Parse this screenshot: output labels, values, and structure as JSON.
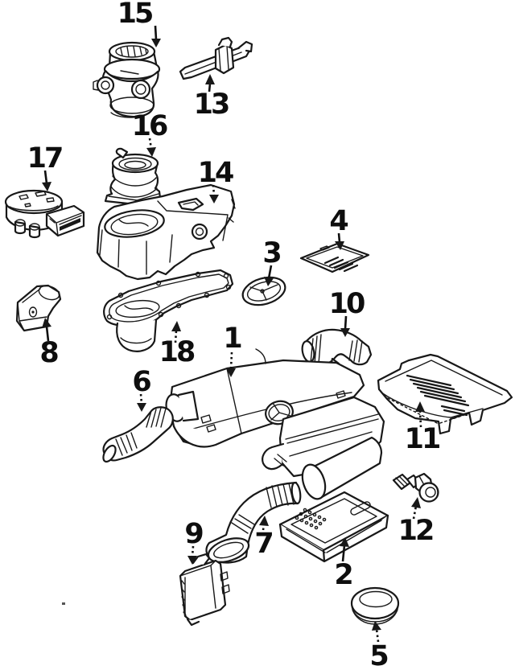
{
  "diagram": {
    "background_color": "#ffffff",
    "line_color": "#181818",
    "callouts": [
      {
        "label": "1"
      },
      {
        "label": "2"
      },
      {
        "label": "3"
      },
      {
        "label": "4"
      },
      {
        "label": "5"
      },
      {
        "label": "6"
      },
      {
        "label": "7"
      },
      {
        "label": "8"
      },
      {
        "label": "9"
      },
      {
        "label": "10"
      },
      {
        "label": "11"
      },
      {
        "label": "12"
      },
      {
        "label": "13"
      },
      {
        "label": "14"
      },
      {
        "label": "15"
      },
      {
        "label": "16"
      },
      {
        "label": "17"
      },
      {
        "label": "18"
      }
    ]
  }
}
